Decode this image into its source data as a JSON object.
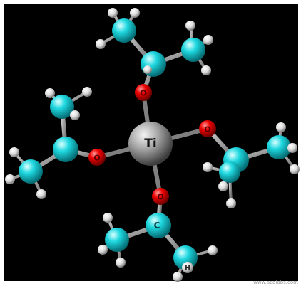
{
  "labels": {
    "ti": "Ti",
    "o": "O",
    "c": "C",
    "h": "H"
  },
  "watermark": "www.acdlabs.com",
  "colors": {
    "background": "#000000",
    "titanium": "#9a9a9a",
    "oxygen": "#e00000",
    "carbon": "#19d6e0",
    "hydrogen": "#e6e6e6",
    "bond": "#7f7f7f"
  }
}
